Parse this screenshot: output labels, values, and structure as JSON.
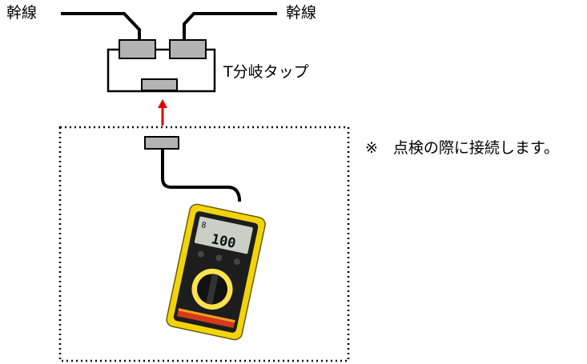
{
  "labels": {
    "trunk_left": "幹線",
    "trunk_right": "幹線",
    "tap": "T分岐タップ",
    "note": "※　点検の際に接続します。"
  },
  "colors": {
    "line": "#000000",
    "connector_fill": "#b3b3b3",
    "arrow": "#e00000",
    "meter_body": "#f2d40a",
    "lcd": "#c9cfc4",
    "dotted_border": "#000000"
  },
  "meter": {
    "display_value": "100",
    "range_indicator": "8"
  },
  "icons": {
    "meter": "multimeter-icon",
    "arrow": "arrow-up-icon"
  }
}
